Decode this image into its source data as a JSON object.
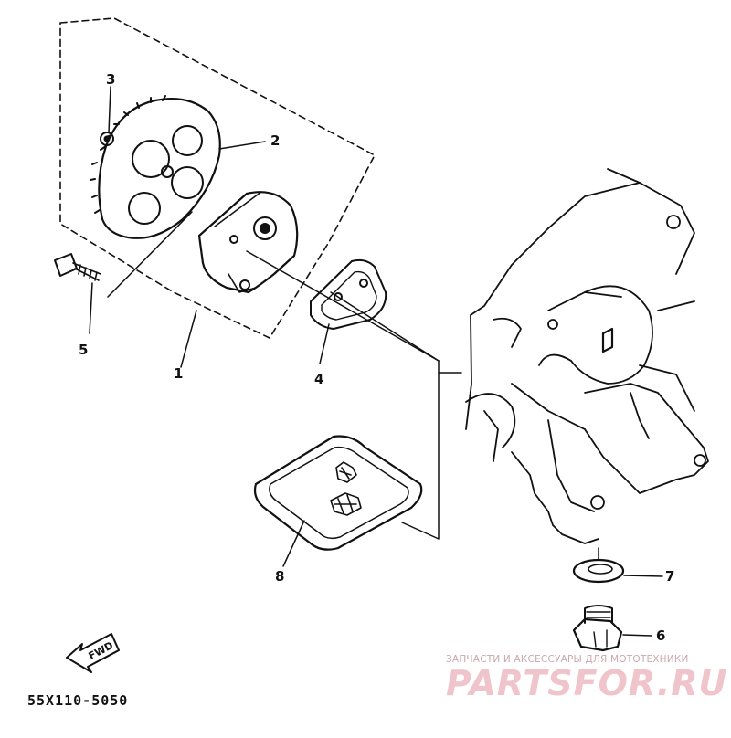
{
  "callouts": {
    "c1": "1",
    "c2": "2",
    "c3": "3",
    "c4": "4",
    "c5": "5",
    "c6": "6",
    "c7": "7",
    "c8": "8"
  },
  "fwd_label": "FWD",
  "part_code": "55X110-5050",
  "watermark": {
    "tagline": "ЗАПЧАСТИ И АКСЕССУАРЫ ДЛЯ МОТОТЕХНИКИ",
    "logo": "PARTSFOR.RU"
  }
}
